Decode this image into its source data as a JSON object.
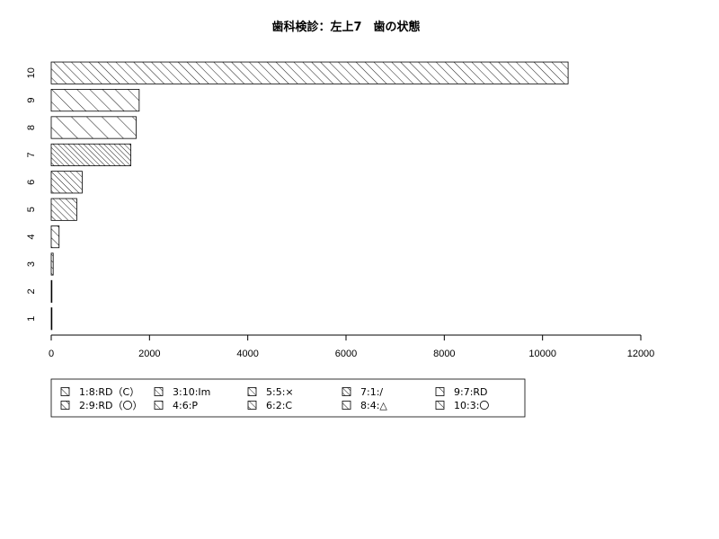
{
  "chart_data": {
    "type": "bar",
    "orientation": "horizontal",
    "title": "歯科検診：左上7　歯の状態",
    "xlabel": "",
    "ylabel": "",
    "xlim": [
      0,
      12000
    ],
    "x_ticks": [
      "0",
      "2000",
      "4000",
      "6000",
      "8000",
      "10000",
      "12000"
    ],
    "categories": [
      "1",
      "2",
      "3",
      "4",
      "5",
      "6",
      "7",
      "8",
      "9",
      "10"
    ],
    "values": [
      8,
      10,
      40,
      160,
      520,
      630,
      1620,
      1730,
      1790,
      10520
    ],
    "grid": false,
    "legend_position": "bottom",
    "legend": [
      {
        "label": "1:8:RD（C）",
        "category": "1"
      },
      {
        "label": "2:9:RD（〇）",
        "category": "2"
      },
      {
        "label": "3:10:Im",
        "category": "3"
      },
      {
        "label": "4:6:P",
        "category": "4"
      },
      {
        "label": "5:5:×",
        "category": "5"
      },
      {
        "label": "6:2:C",
        "category": "6"
      },
      {
        "label": "7:1:/",
        "category": "7"
      },
      {
        "label": "8:4:△",
        "category": "8"
      },
      {
        "label": "9:7:RD",
        "category": "9"
      },
      {
        "label": "10:3:〇",
        "category": "10"
      }
    ],
    "hatch_density": [
      6,
      6,
      5,
      7,
      5,
      5,
      4,
      12,
      10,
      7
    ],
    "hatch_angle": [
      45,
      45,
      45,
      45,
      45,
      45,
      45,
      45,
      45,
      45
    ],
    "colors": {
      "stroke": "#000000",
      "background": "#ffffff"
    }
  }
}
